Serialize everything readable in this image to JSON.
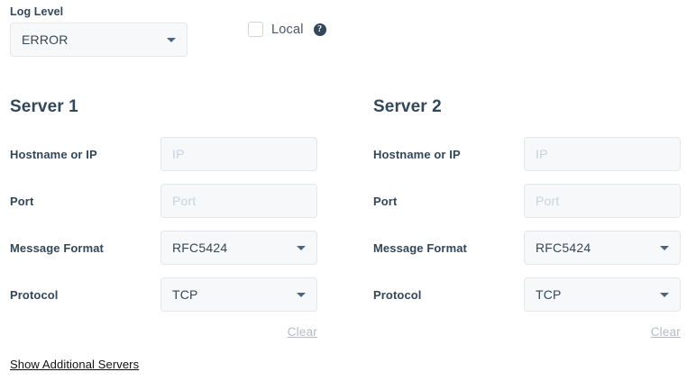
{
  "log_level": {
    "label": "Log Level",
    "value": "ERROR",
    "icon": "chevron-down-icon"
  },
  "local": {
    "label": "Local",
    "checked": false,
    "help_icon": "help-circle-icon",
    "help_glyph": "?"
  },
  "servers": [
    {
      "title": "Server 1",
      "rows": [
        {
          "label": "Hostname or IP",
          "type": "input",
          "value": "",
          "placeholder": "IP"
        },
        {
          "label": "Port",
          "type": "input",
          "value": "",
          "placeholder": "Port"
        },
        {
          "label": "Message Format",
          "type": "select",
          "value": "RFC5424"
        },
        {
          "label": "Protocol",
          "type": "select",
          "value": "TCP"
        }
      ],
      "clear_label": "Clear"
    },
    {
      "title": "Server 2",
      "rows": [
        {
          "label": "Hostname or IP",
          "type": "input",
          "value": "",
          "placeholder": "IP"
        },
        {
          "label": "Port",
          "type": "input",
          "value": "",
          "placeholder": "Port"
        },
        {
          "label": "Message Format",
          "type": "select",
          "value": "RFC5424"
        },
        {
          "label": "Protocol",
          "type": "select",
          "value": "TCP"
        }
      ],
      "clear_label": "Clear"
    }
  ],
  "footer": {
    "show_additional_label": "Show Additional Servers"
  },
  "colors": {
    "text": "#33475b",
    "field_bg": "#f7f8f9",
    "field_border": "#e4e7ea",
    "placeholder": "#c9d2dc",
    "muted_link": "#b4bdc6",
    "help_bg": "#33475b"
  }
}
